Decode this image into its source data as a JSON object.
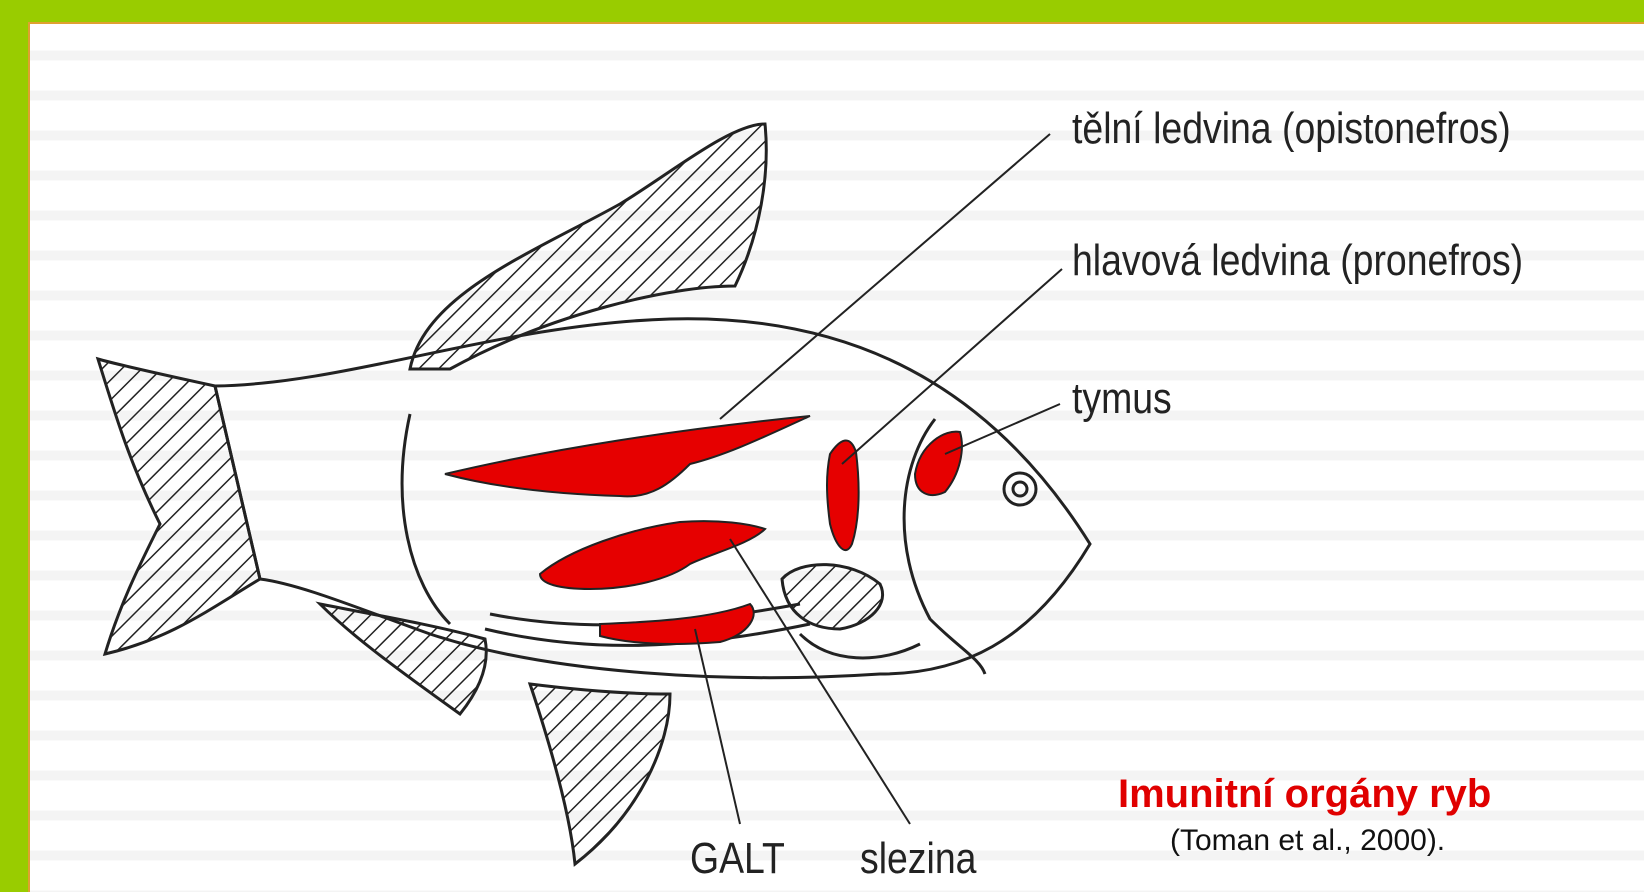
{
  "labels": {
    "opisthonephros": "tělní ledvina (opistonefros)",
    "pronephros": "hlavová ledvina (pronefros)",
    "thymus": "tymus",
    "galt": "GALT",
    "spleen": "slezina"
  },
  "caption": {
    "title": "Imunitní orgány ryb",
    "source": "(Toman et al., 2000)."
  },
  "colors": {
    "background": "#99CC00",
    "frame_border": "#E0A030",
    "organ": "#E60000",
    "title": "#E00000"
  }
}
